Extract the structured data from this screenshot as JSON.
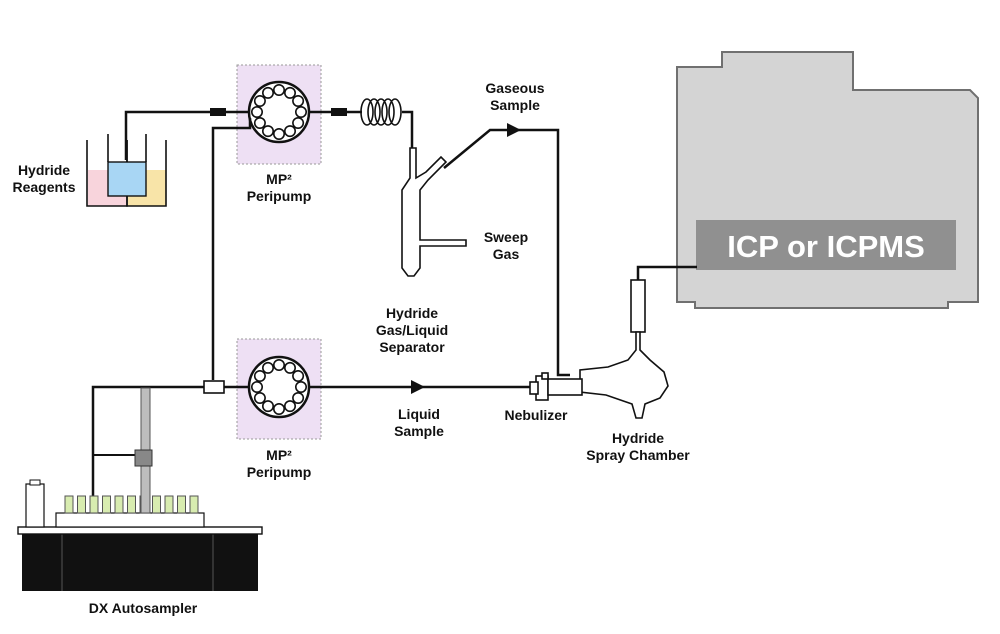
{
  "labels": {
    "hydride_reagents": [
      "Hydride",
      "Reagents"
    ],
    "pump_top": [
      "MP²",
      "Peripump"
    ],
    "pump_bottom": [
      "MP²",
      "Peripump"
    ],
    "gaseous_sample": [
      "Gaseous",
      "Sample"
    ],
    "sweep_gas": [
      "Sweep",
      "Gas"
    ],
    "separator": [
      "Hydride",
      "Gas/Liquid",
      "Separator"
    ],
    "liquid_sample": [
      "Liquid",
      "Sample"
    ],
    "nebulizer": "Nebulizer",
    "spray_chamber": [
      "Hydride",
      "Spray Chamber"
    ],
    "autosampler": "DX Autosampler",
    "instrument": "ICP or ICPMS"
  },
  "colors": {
    "pump_box": "#eee0f4",
    "instrument_body": "#d4d4d4",
    "instrument_banner": "#909090",
    "reagent_pink": "#f8d4dc",
    "reagent_blue": "#a8d6f4",
    "reagent_yellow": "#f8e4a8",
    "vial_green": "#d8ecb0",
    "autosampler_base": "#111111"
  }
}
